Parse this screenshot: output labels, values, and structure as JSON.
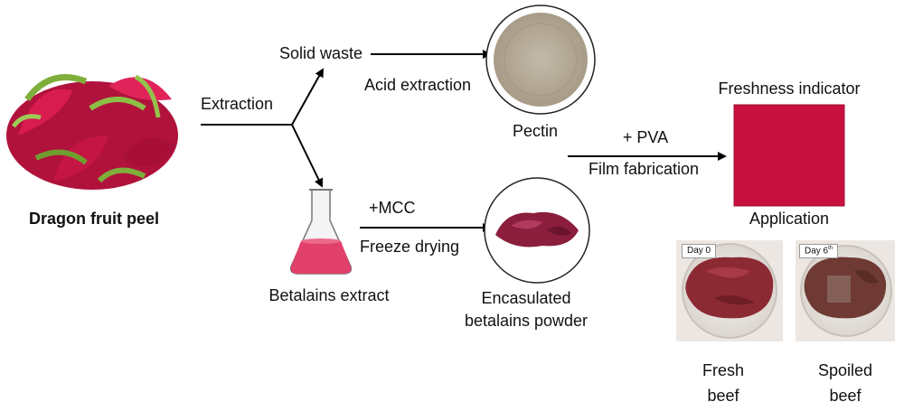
{
  "source": {
    "label": "Dragon fruit peel"
  },
  "steps": {
    "extraction": "Extraction",
    "solid_waste": "Solid waste",
    "acid_extraction": "Acid extraction",
    "pectin": "Pectin",
    "mcc": "+MCC",
    "freeze_drying": "Freeze drying",
    "betalains_extract": "Betalains extract",
    "encapsulated_line1": "Encasulated",
    "encapsulated_line2": "betalains powder",
    "pva": "+ PVA",
    "film_fabrication": "Film fabrication",
    "freshness_indicator": "Freshness indicator",
    "application": "Application"
  },
  "beef": {
    "fresh_day": "Day 0",
    "spoiled_day_num": "Day 6",
    "spoiled_day_sup": "th",
    "fresh_line1": "Fresh",
    "fresh_line2": "beef",
    "spoiled_line1": "Spoiled",
    "spoiled_line2": "beef"
  },
  "colors": {
    "film": "#c8103e",
    "extract": "#e0406a",
    "pectin": "#b7ab98",
    "powder": "#8a1e3c"
  }
}
